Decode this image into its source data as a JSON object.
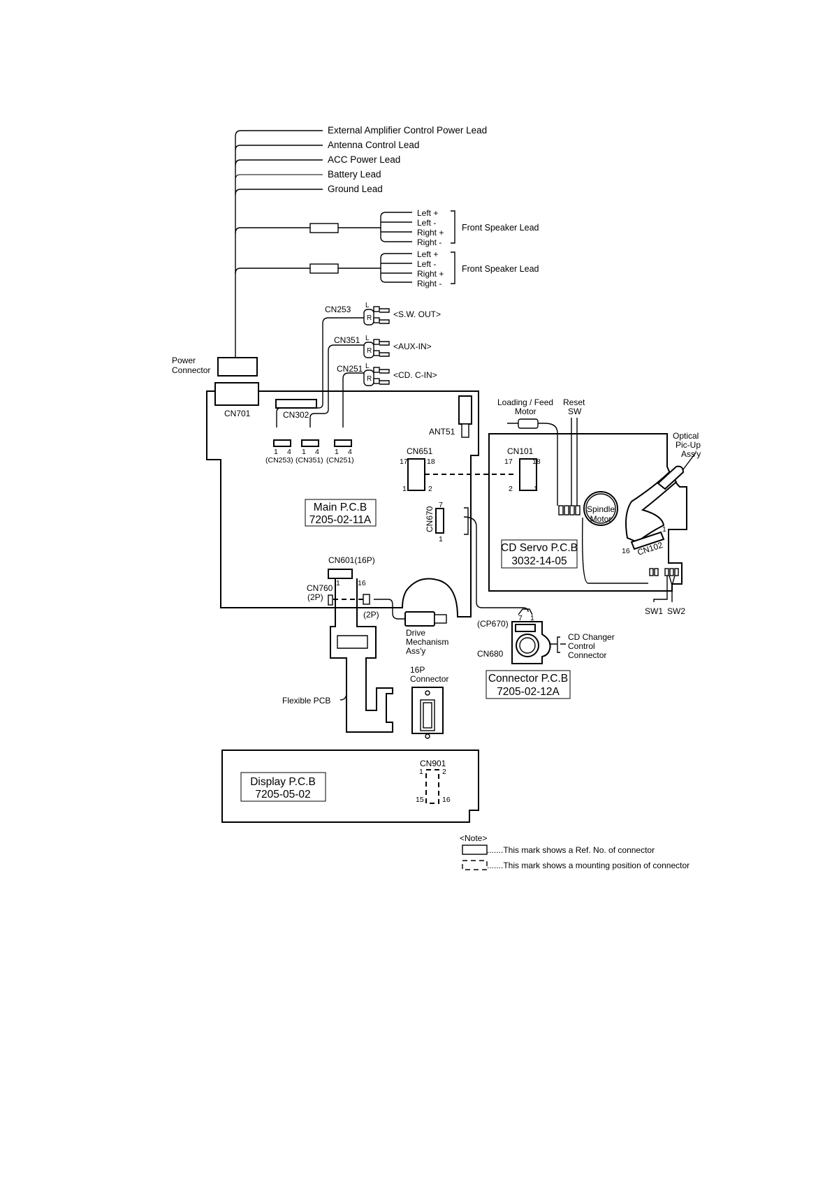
{
  "leads": {
    "ext_amp": "External Amplifier Control Power Lead",
    "antenna": "Antenna Control Lead",
    "acc": "ACC Power Lead",
    "battery": "Battery Lead",
    "ground": "Ground Lead"
  },
  "speakers": {
    "left_plus": "Left +",
    "left_minus": "Left -",
    "right_plus": "Right +",
    "right_minus": "Right -",
    "front_label_1": "Front Speaker Lead",
    "front_label_2": "Front Speaker Lead"
  },
  "rca": {
    "l": "L",
    "r": "R",
    "sw_out": "<S.W. OUT>",
    "aux_in": "<AUX-IN>",
    "cd_c_in": "<CD. C-IN>",
    "cn253": "CN253",
    "cn351": "CN351",
    "cn251": "CN251"
  },
  "power_connector": {
    "line1": "Power",
    "line2": "Connector"
  },
  "main_pcb": {
    "cn701": "CN701",
    "cn302": "CN302",
    "ant51": "ANT51",
    "pin_1": "1",
    "pin_4": "4",
    "sub_cn253": "(CN253)",
    "sub_cn351": "(CN351)",
    "sub_cn251": "(CN251)",
    "cn651": "CN651",
    "pin_17": "17",
    "pin_18": "18",
    "pin_2": "2",
    "cn670": "CN670",
    "pin_7": "7",
    "title": "Main P.C.B",
    "code": "7205-02-11A",
    "cn601": "CN601(16P)",
    "pin_16": "16",
    "cn760": "CN760",
    "two_p": "(2P)"
  },
  "cd_servo": {
    "loading_motor_1": "Loading / Feed",
    "loading_motor_2": "Motor",
    "reset_1": "Reset",
    "reset_2": "SW",
    "pickup_1": "Optical",
    "pickup_2": "Pic-Up",
    "pickup_3": "Ass'y",
    "cn101": "CN101",
    "spindle_1": "Spindle",
    "spindle_2": "Motor",
    "title": "CD Servo P.C.B",
    "code": "3032-14-05",
    "cn102": "CN102",
    "sw1": "SW1",
    "sw2": "SW2"
  },
  "mechanism": {
    "drive_1": "Drive",
    "drive_2": "Mechanism",
    "drive_3": "Ass'y",
    "connector_16p_1": "16P",
    "connector_16p_2": "Connector",
    "flexible_pcb": "Flexible PCB"
  },
  "connector_pcb": {
    "cp670": "(CP670)",
    "cn680": "CN680",
    "changer_1": "CD Changer",
    "changer_2": "Control",
    "changer_3": "Connector",
    "title": "Connector P.C.B",
    "code": "7205-02-12A"
  },
  "display_pcb": {
    "title": "Display P.C.B",
    "code": "7205-05-02",
    "cn901": "CN901",
    "pin_15": "15"
  },
  "note": {
    "heading": "<Note>",
    "solid": ".......This mark shows a Ref. No. of connector",
    "dashed": ".......This mark shows a mounting position of connector"
  }
}
